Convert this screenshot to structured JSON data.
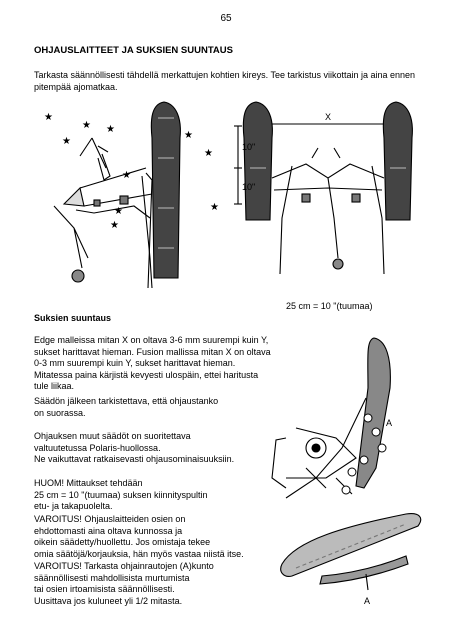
{
  "page_number": "65",
  "heading": "OHJAUSLAITTEET JA SUKSIEN SUUNTAUS",
  "intro": "Tarkasta säännöllisesti tähdellä merkattujen kohtien kireys. Tee tarkistus viikottain ja aina ennen pitempää ajomatkaa.",
  "figure_labels": {
    "x": "X",
    "dim1": "10\"",
    "dim2": "10\"",
    "part_a": "A",
    "callout_a": "A"
  },
  "caption": "25 cm = 10 \"(tuumaa)",
  "subheading": "Suksien suuntaus",
  "paragraphs": [
    "Edge malleissa mitan X on oltava 3-6 mm suurempi kuin Y, sukset harittavat hieman. Fusion mallissa mitan X on oltava 0-3 mm suurempi kuin Y, sukset harittavat hieman. Mitatessa paina kärjistä kevyesti ulospäin, ettei haritusta tule liikaa.",
    "Säädön jälkeen tarkistettava, että ohjaustanko\non suorassa.",
    "Ohjauksen muut säädöt on suoritettava\nvaltuutetussa Polaris-huollossa.\nNe vaikuttavat ratkaisevasti ohjausominaisuuksiin.",
    "HUOM! Mittaukset tehdään\n25 cm = 10 \"(tuumaa) suksen kiinnityspultin\netu- ja takapuolelta.",
    "VAROITUS! Ohjauslaitteiden osien on\nehdottomasti aina oltava kunnossa ja\noikein säädetty/huollettu. Jos omistaja tekee\nomia säätöjä/korjauksia, hän myös vastaa niistä itse.",
    "VAROITUS!  Tarkasta ohjainrautojen (A)kunto\nsäännöllisesti mahdollisista murtumista\ntai osien irtoamisista säännöllisesti.\nUusittava jos kuluneet yli 1/2 mitasta."
  ]
}
